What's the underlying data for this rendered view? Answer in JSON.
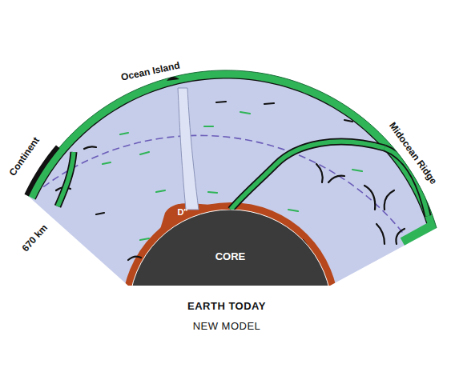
{
  "diagram": {
    "title": "EARTH TODAY",
    "caption": "NEW MODEL",
    "nodes": [
      {
        "text": [
          "CORE"
        ]
      }
    ],
    "labels": [
      "Ocean Island",
      "Continent",
      "Midocean Ridge",
      "670 km",
      "D\""
    ]
  }
}
